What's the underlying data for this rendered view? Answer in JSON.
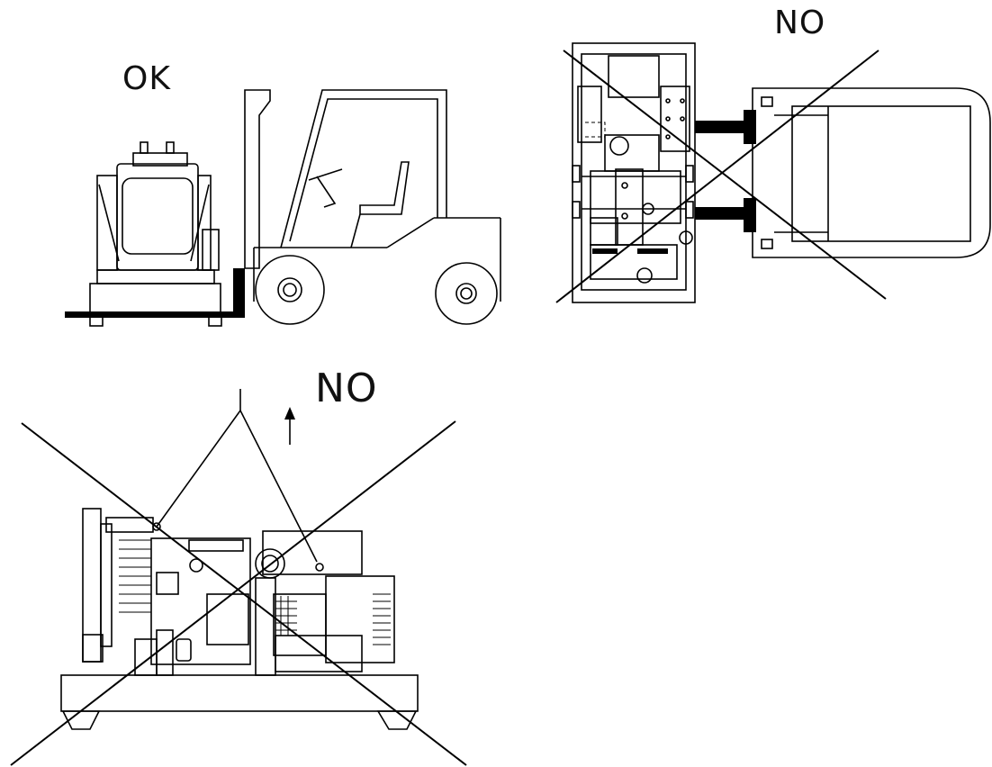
{
  "labels": {
    "ok": "OK",
    "no_top": "NO",
    "no_bottom": "NO"
  },
  "icons": {
    "forklift_side_view": "forklift-side-icon",
    "forklift_top_view": "forklift-top-icon",
    "crane_hook_lift": "crane-hook-icon",
    "lift_direction_arrow": "arrow-up-icon",
    "prohibited_cross": "cross-mark-icon"
  },
  "colors": {
    "line": "#000000",
    "background": "#ffffff"
  }
}
